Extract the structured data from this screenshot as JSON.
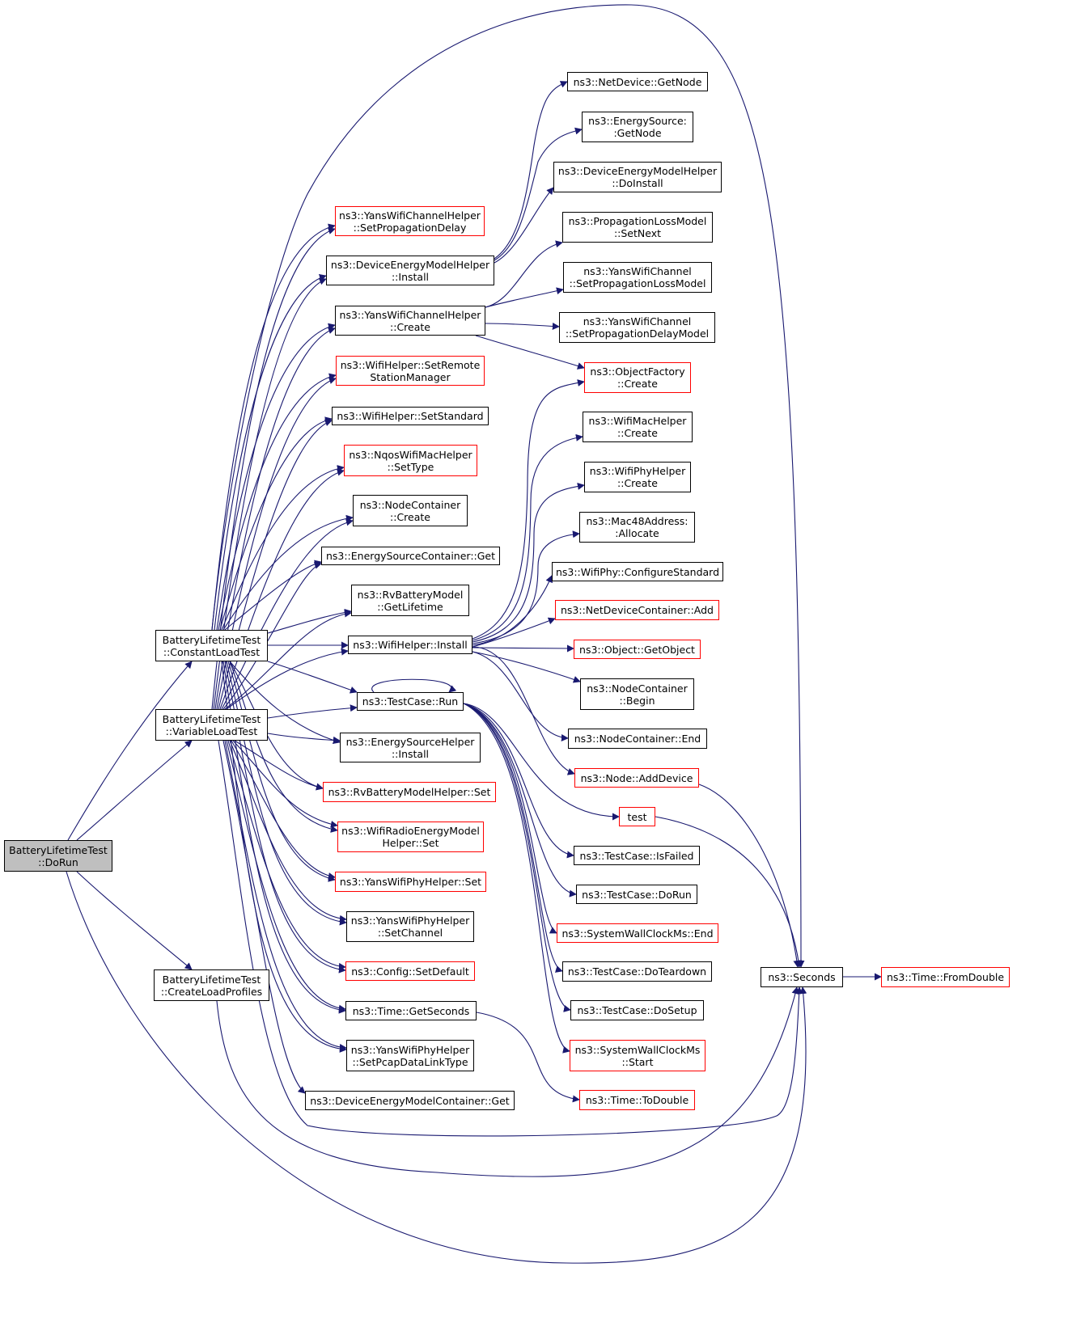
{
  "colors": {
    "edge": "#191970",
    "node_border": "#000000",
    "incomplete_border": "#ff0000",
    "root_fill": "#bfbfbf"
  },
  "nodes": [
    {
      "id": "dorun",
      "lines": [
        "BatteryLifetimeTest",
        "::DoRun"
      ],
      "root": true
    },
    {
      "id": "constant",
      "lines": [
        "BatteryLifetimeTest",
        "::ConstantLoadTest"
      ]
    },
    {
      "id": "variable",
      "lines": [
        "BatteryLifetimeTest",
        "::VariableLoadTest"
      ]
    },
    {
      "id": "createprofiles",
      "lines": [
        "BatteryLifetimeTest",
        "::CreateLoadProfiles"
      ]
    },
    {
      "id": "yanschan_setprop",
      "lines": [
        "ns3::YansWifiChannelHelper",
        "::SetPropagationDelay"
      ],
      "red": true
    },
    {
      "id": "devemodel_install",
      "lines": [
        "ns3::DeviceEnergyModelHelper",
        "::Install"
      ]
    },
    {
      "id": "yanschan_create",
      "lines": [
        "ns3::YansWifiChannelHelper",
        "::Create"
      ]
    },
    {
      "id": "wifihelper_remote",
      "lines": [
        "ns3::WifiHelper::SetRemote",
        "StationManager"
      ],
      "red": true
    },
    {
      "id": "wifihelper_standard",
      "lines": [
        "ns3::WifiHelper::SetStandard"
      ]
    },
    {
      "id": "nqos_settype",
      "lines": [
        "ns3::NqosWifiMacHelper",
        "::SetType"
      ],
      "red": true
    },
    {
      "id": "nodecont_create",
      "lines": [
        "ns3::NodeContainer",
        "::Create"
      ]
    },
    {
      "id": "esc_get",
      "lines": [
        "ns3::EnergySourceContainer::Get"
      ]
    },
    {
      "id": "rvbat_lifetime",
      "lines": [
        "ns3::RvBatteryModel",
        "::GetLifetime"
      ]
    },
    {
      "id": "wifihelper_install",
      "lines": [
        "ns3::WifiHelper::Install"
      ]
    },
    {
      "id": "testcase_run",
      "lines": [
        "ns3::TestCase::Run"
      ]
    },
    {
      "id": "esh_install",
      "lines": [
        "ns3::EnergySourceHelper",
        "::Install"
      ]
    },
    {
      "id": "rvbathelper_set",
      "lines": [
        "ns3::RvBatteryModelHelper::Set"
      ],
      "red": true
    },
    {
      "id": "wifiradio_set",
      "lines": [
        "ns3::WifiRadioEnergyModel",
        "Helper::Set"
      ],
      "red": true
    },
    {
      "id": "yansphy_set",
      "lines": [
        "ns3::YansWifiPhyHelper::Set"
      ],
      "red": true
    },
    {
      "id": "yansphy_setchannel",
      "lines": [
        "ns3::YansWifiPhyHelper",
        "::SetChannel"
      ]
    },
    {
      "id": "config_setdefault",
      "lines": [
        "ns3::Config::SetDefault"
      ],
      "red": true
    },
    {
      "id": "time_getseconds",
      "lines": [
        "ns3::Time::GetSeconds"
      ]
    },
    {
      "id": "yansphy_pcap",
      "lines": [
        "ns3::YansWifiPhyHelper",
        "::SetPcapDataLinkType"
      ]
    },
    {
      "id": "demc_get",
      "lines": [
        "ns3::DeviceEnergyModelContainer::Get"
      ]
    },
    {
      "id": "netdev_getnode",
      "lines": [
        "ns3::NetDevice::GetNode"
      ]
    },
    {
      "id": "es_getnode",
      "lines": [
        "ns3::EnergySource:",
        ":GetNode"
      ]
    },
    {
      "id": "demh_doinstall",
      "lines": [
        "ns3::DeviceEnergyModelHelper",
        "::DoInstall"
      ]
    },
    {
      "id": "plm_setnext",
      "lines": [
        "ns3::PropagationLossModel",
        "::SetNext"
      ]
    },
    {
      "id": "ywc_setloss",
      "lines": [
        "ns3::YansWifiChannel",
        "::SetPropagationLossModel"
      ]
    },
    {
      "id": "ywc_setdelay",
      "lines": [
        "ns3::YansWifiChannel",
        "::SetPropagationDelayModel"
      ]
    },
    {
      "id": "objfactory_create",
      "lines": [
        "ns3::ObjectFactory",
        "::Create"
      ],
      "red": true
    },
    {
      "id": "wifimac_create",
      "lines": [
        "ns3::WifiMacHelper",
        "::Create"
      ]
    },
    {
      "id": "wifiphy_create",
      "lines": [
        "ns3::WifiPhyHelper",
        "::Create"
      ]
    },
    {
      "id": "mac48_allocate",
      "lines": [
        "ns3::Mac48Address:",
        ":Allocate"
      ]
    },
    {
      "id": "wifiphy_configstd",
      "lines": [
        "ns3::WifiPhy::ConfigureStandard"
      ]
    },
    {
      "id": "ndc_add",
      "lines": [
        "ns3::NetDeviceContainer::Add"
      ],
      "red": true
    },
    {
      "id": "object_getobject",
      "lines": [
        "ns3::Object::GetObject"
      ],
      "red": true
    },
    {
      "id": "nc_begin",
      "lines": [
        "ns3::NodeContainer",
        "::Begin"
      ]
    },
    {
      "id": "nc_end",
      "lines": [
        "ns3::NodeContainer::End"
      ]
    },
    {
      "id": "node_adddevice",
      "lines": [
        "ns3::Node::AddDevice"
      ],
      "red": true
    },
    {
      "id": "test",
      "lines": [
        "test"
      ],
      "red": true
    },
    {
      "id": "tc_isfailed",
      "lines": [
        "ns3::TestCase::IsFailed"
      ]
    },
    {
      "id": "tc_dorun",
      "lines": [
        "ns3::TestCase::DoRun"
      ]
    },
    {
      "id": "swc_end",
      "lines": [
        "ns3::SystemWallClockMs::End"
      ],
      "red": true
    },
    {
      "id": "tc_doteardown",
      "lines": [
        "ns3::TestCase::DoTeardown"
      ]
    },
    {
      "id": "tc_dosetup",
      "lines": [
        "ns3::TestCase::DoSetup"
      ]
    },
    {
      "id": "swc_start",
      "lines": [
        "ns3::SystemWallClockMs",
        "::Start"
      ],
      "red": true
    },
    {
      "id": "time_todouble",
      "lines": [
        "ns3::Time::ToDouble"
      ],
      "red": true
    },
    {
      "id": "seconds",
      "lines": [
        "ns3::Seconds"
      ]
    },
    {
      "id": "time_fromdouble",
      "lines": [
        "ns3::Time::FromDouble"
      ],
      "red": true
    }
  ]
}
